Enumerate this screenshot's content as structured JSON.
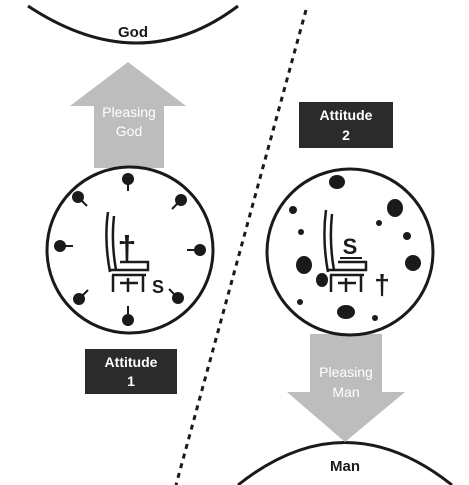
{
  "labels": {
    "god": "God",
    "man": "Man",
    "pleasing_god_line1": "Pleasing",
    "pleasing_god_line2": "God",
    "pleasing_man_line1": "Pleasing",
    "pleasing_man_line2": "Man",
    "attitude1_line1": "Attitude",
    "attitude1_line2": "1",
    "attitude2_line1": "Attitude",
    "attitude2_line2": "2",
    "self_symbol_left": "S",
    "self_symbol_right": "S",
    "cross_symbol": "†"
  },
  "colors": {
    "ink": "#1a1a1a",
    "arrow_fill": "#bdbdbd",
    "arrow_text": "#ffffff",
    "badge_fill": "#2b2b2b",
    "badge_text": "#ffffff"
  }
}
